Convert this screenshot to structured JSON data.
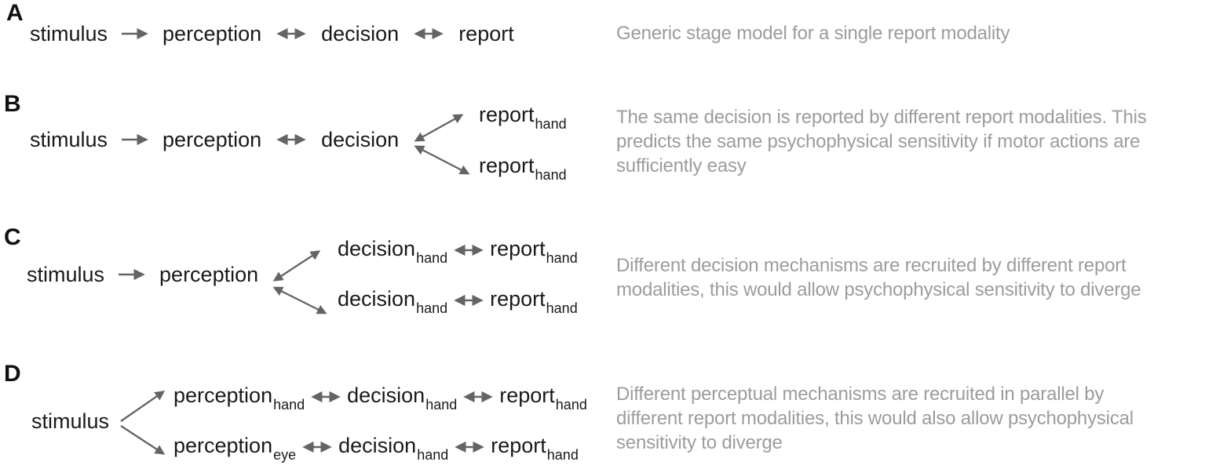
{
  "figure": {
    "background": "#ffffff",
    "colors": {
      "text": "#1a1a1a",
      "muted_text": "#9c9c9c",
      "arrow": "#646464"
    }
  },
  "panels": [
    {
      "label": "A",
      "chain": [
        "stimulus",
        "perception",
        "decision",
        "report"
      ],
      "description": {
        "lines": [
          "Generic stage model for a single report modality"
        ]
      }
    },
    {
      "label": "B",
      "chain": [
        "stimulus",
        "perception",
        "decision"
      ],
      "branches": [
        {
          "text": "report",
          "sub": "hand"
        },
        {
          "text": "report",
          "sub": "hand"
        }
      ],
      "description": {
        "lines": [
          "The same decision is reported by different report modalities. This",
          "predicts the same psychophysical sensitivity if motor actions are",
          "sufficiently easy"
        ]
      }
    },
    {
      "label": "C",
      "chain": [
        "stimulus",
        "perception"
      ],
      "branches": [
        {
          "nodes": [
            {
              "text": "decision",
              "sub": "hand"
            },
            {
              "text": "report",
              "sub": "hand"
            }
          ]
        },
        {
          "nodes": [
            {
              "text": "decision",
              "sub": "hand"
            },
            {
              "text": "report",
              "sub": "hand"
            }
          ]
        }
      ],
      "description": {
        "lines": [
          "Different decision mechanisms are recruited by different report",
          "modalities, this would allow psychophysical sensitivity to diverge"
        ]
      }
    },
    {
      "label": "D",
      "chain": [
        "stimulus"
      ],
      "branches": [
        {
          "nodes": [
            {
              "text": "perception",
              "sub": "hand"
            },
            {
              "text": "decision",
              "sub": "hand"
            },
            {
              "text": "report",
              "sub": "hand"
            }
          ]
        },
        {
          "nodes": [
            {
              "text": "perception",
              "sub": "eye"
            },
            {
              "text": "decision",
              "sub": "hand"
            },
            {
              "text": "report",
              "sub": "hand"
            }
          ]
        }
      ],
      "description": {
        "lines": [
          "Different perceptual mechanisms are recruited in parallel by",
          "different report modalities, this would also allow psychophysical",
          "sensitivity to diverge"
        ]
      }
    }
  ]
}
